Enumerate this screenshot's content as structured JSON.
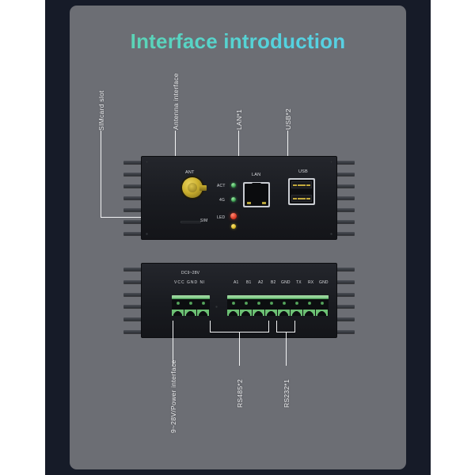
{
  "page": {
    "title": "Interface introduction",
    "background_color": "#6c6e74",
    "frame_color": "#161b28",
    "title_gradient_from": "#5fd3a6",
    "title_gradient_to": "#5ccfe6"
  },
  "top_device": {
    "name": "front-panel",
    "callouts": [
      {
        "id": "sim-card-slot",
        "label": "SIMcard slot"
      },
      {
        "id": "antenna-interface",
        "label": "Antenna interface"
      },
      {
        "id": "lan-port",
        "label": "LAN*1"
      },
      {
        "id": "usb-ports",
        "label": "USB*2"
      }
    ],
    "silkscreen": {
      "ant": "ANT",
      "lan": "LAN",
      "usb": "USB",
      "sim": "SIM",
      "led_act": "ACT",
      "led_4g": "4G",
      "led_led": "LED"
    },
    "leds": [
      {
        "name": "act-led",
        "label": "ACT",
        "color": "#3f9f52"
      },
      {
        "name": "4g-led",
        "label": "4G",
        "color": "#3f9f52"
      },
      {
        "name": "status-led",
        "label": "LED",
        "color": "#d8301c"
      },
      {
        "name": "power-led",
        "label": "",
        "color": "#d6b31b"
      }
    ]
  },
  "bottom_device": {
    "name": "rear-panel",
    "silkscreen": {
      "voltage": "DC9~28V",
      "power_pins": "VCC GND  NI",
      "io_pins": [
        "A1",
        "B1",
        "A2",
        "B2",
        "GND",
        "TX",
        "RX",
        "GND"
      ]
    },
    "terminal_blocks": {
      "power_pin_count": 3,
      "io_pin_count": 8
    },
    "callouts": [
      {
        "id": "power-interface",
        "label": "9~28V/Power interface"
      },
      {
        "id": "rs485-ports",
        "label": "RS485*2"
      },
      {
        "id": "rs232-port",
        "label": "RS232*1"
      }
    ]
  }
}
